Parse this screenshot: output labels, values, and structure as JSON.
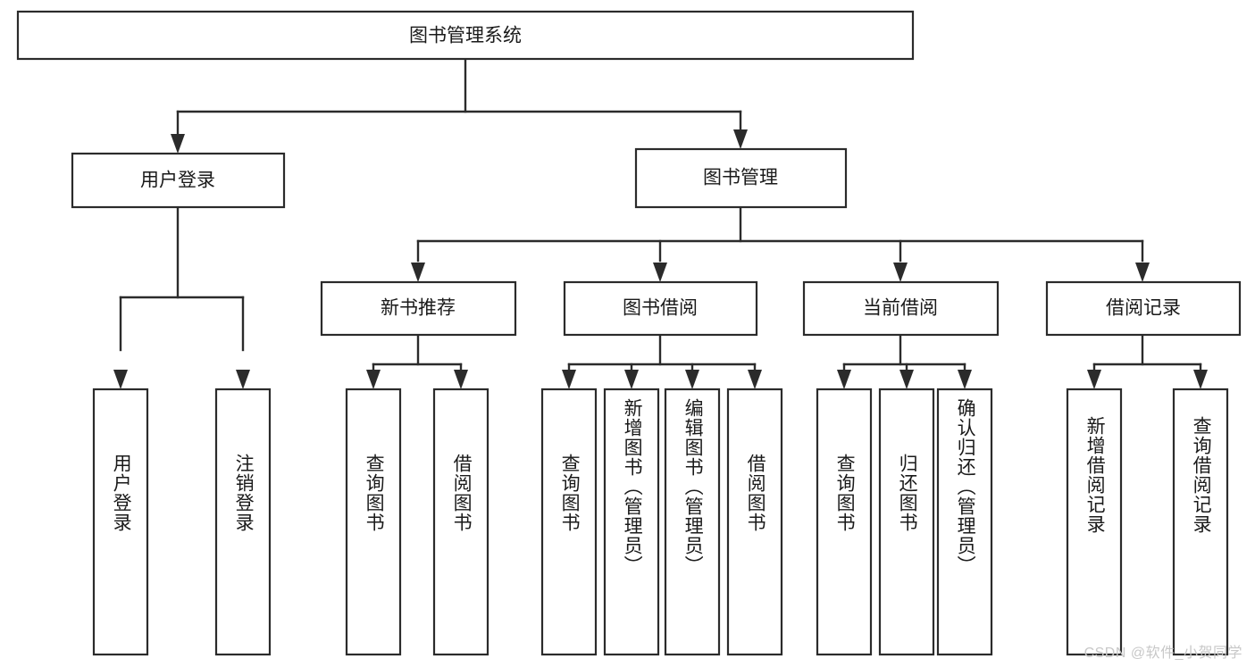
{
  "diagram": {
    "type": "tree-hierarchy",
    "orientation": "top-down",
    "root": {
      "id": "root",
      "label": "图书管理系统"
    },
    "level2": [
      {
        "id": "user-login",
        "label": "用户登录"
      },
      {
        "id": "book-manage",
        "label": "图书管理"
      }
    ],
    "level3": [
      {
        "id": "new-book-recommend",
        "label": "新书推荐",
        "parent": "book-manage"
      },
      {
        "id": "book-borrow",
        "label": "图书借阅",
        "parent": "book-manage"
      },
      {
        "id": "current-borrow",
        "label": "当前借阅",
        "parent": "book-manage"
      },
      {
        "id": "borrow-record",
        "label": "借阅记录",
        "parent": "book-manage"
      }
    ],
    "leaves": {
      "user-login": [
        {
          "id": "leaf-user-login",
          "label": "用户登录"
        },
        {
          "id": "leaf-user-logout",
          "label": "注销登录"
        }
      ],
      "new-book-recommend": [
        {
          "id": "leaf-query-book-1",
          "label": "查询图书"
        },
        {
          "id": "leaf-borrow-book-1",
          "label": "借阅图书"
        }
      ],
      "book-borrow": [
        {
          "id": "leaf-query-book-2",
          "label": "查询图书"
        },
        {
          "id": "leaf-add-book",
          "label": "新增图书（管理员）"
        },
        {
          "id": "leaf-edit-book",
          "label": "编辑图书（管理员）"
        },
        {
          "id": "leaf-borrow-book-2",
          "label": "借阅图书"
        }
      ],
      "current-borrow": [
        {
          "id": "leaf-query-book-3",
          "label": "查询图书"
        },
        {
          "id": "leaf-return-book",
          "label": "归还图书"
        },
        {
          "id": "leaf-confirm-return",
          "label": "确认归还（管理员）"
        }
      ],
      "borrow-record": [
        {
          "id": "leaf-add-record",
          "label": "新增借阅记录"
        },
        {
          "id": "leaf-query-record",
          "label": "查询借阅记录"
        }
      ]
    }
  },
  "watermark": {
    "text": "CSDN @软件_小贺同学"
  },
  "colors": {
    "background": "#ffffff",
    "box_stroke": "#2b2b2b",
    "box_fill": "#ffffff",
    "text": "#1a1a1a",
    "watermark": "#c8c8c8"
  }
}
